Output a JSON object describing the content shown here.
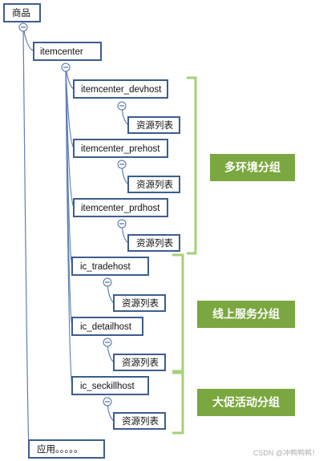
{
  "tree": {
    "root": {
      "label": "商品"
    },
    "itemcenter": {
      "label": "itemcenter"
    },
    "hosts": [
      {
        "label": "itemcenter_devhost",
        "child": "资源列表"
      },
      {
        "label": "itemcenter_prehost",
        "child": "资源列表"
      },
      {
        "label": "itemcenter_prdhost",
        "child": "资源列表"
      },
      {
        "label": "ic_tradehost",
        "child": "资源列表"
      },
      {
        "label": "ic_detailhost",
        "child": "资源列表"
      },
      {
        "label": "ic_seckillhost",
        "child": "资源列表"
      }
    ],
    "app": {
      "label": "应用。。。。。"
    }
  },
  "groups": [
    {
      "label": "多环境分组"
    },
    {
      "label": "线上服务分组"
    },
    {
      "label": "大促活动分组"
    }
  ],
  "watermark": "CSDN @冲鸭鸭鸭！",
  "colors": {
    "node_border": "#3d5d8f",
    "edge": "#5e7fb5",
    "bracket": "#a6cf7a",
    "group_fill": "#7aa73f"
  }
}
